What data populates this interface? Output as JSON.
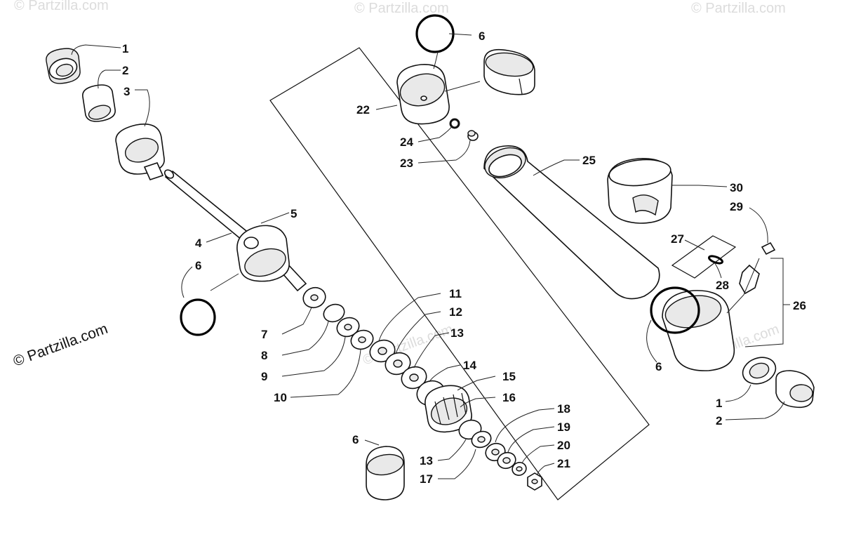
{
  "watermark": {
    "text": "© Partzilla.com",
    "brand": "© Partzilla.com"
  },
  "callouts": {
    "c1a": "1",
    "c2a": "2",
    "c3": "3",
    "c4": "4",
    "c5": "5",
    "c6a": "6",
    "c7": "7",
    "c8": "8",
    "c9": "9",
    "c10": "10",
    "c11": "11",
    "c12": "12",
    "c13a": "13",
    "c14": "14",
    "c15": "15",
    "c16": "16",
    "c6b": "6",
    "c13b": "13",
    "c17": "17",
    "c18": "18",
    "c19": "19",
    "c20": "20",
    "c21": "21",
    "c6c": "6",
    "c22": "22",
    "c24": "24",
    "c23": "23",
    "c25": "25",
    "c30": "30",
    "c29": "29",
    "c27": "27",
    "c28": "28",
    "c26": "26",
    "c6d": "6",
    "c1b": "1",
    "c2b": "2"
  },
  "colors": {
    "ink": "#111111",
    "watermark": "#dcdcdc",
    "background": "#ffffff"
  }
}
